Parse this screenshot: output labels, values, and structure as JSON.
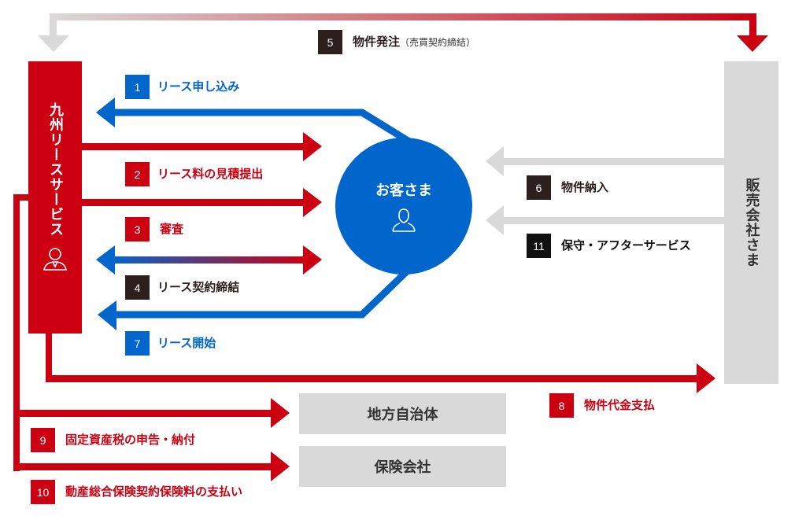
{
  "colors": {
    "blue": "#0066cc",
    "red": "#cc0011",
    "dark": "#2e1f1f",
    "gray": "#d9d9d9"
  },
  "nodes": {
    "lessor": "九州リースサービス",
    "customer": "お客さま",
    "vendor": "販売会社さま",
    "local_gov": "地方自治体",
    "insurer": "保険会社"
  },
  "steps": [
    {
      "num": "1",
      "label": "リース申し込み"
    },
    {
      "num": "2",
      "label": "リース料の見積提出"
    },
    {
      "num": "3",
      "label": "審査"
    },
    {
      "num": "4",
      "label": "リース契約締結"
    },
    {
      "num": "5",
      "label": "物件発注",
      "note": "（売買契約締結）"
    },
    {
      "num": "6",
      "label": "物件納入"
    },
    {
      "num": "7",
      "label": "リース開始"
    },
    {
      "num": "8",
      "label": "物件代金支払"
    },
    {
      "num": "9",
      "label": "固定資産税の申告・納付"
    },
    {
      "num": "10",
      "label": "動産総合保険契約保険料の支払い"
    },
    {
      "num": "11",
      "label": "保守・アフターサービス"
    }
  ]
}
